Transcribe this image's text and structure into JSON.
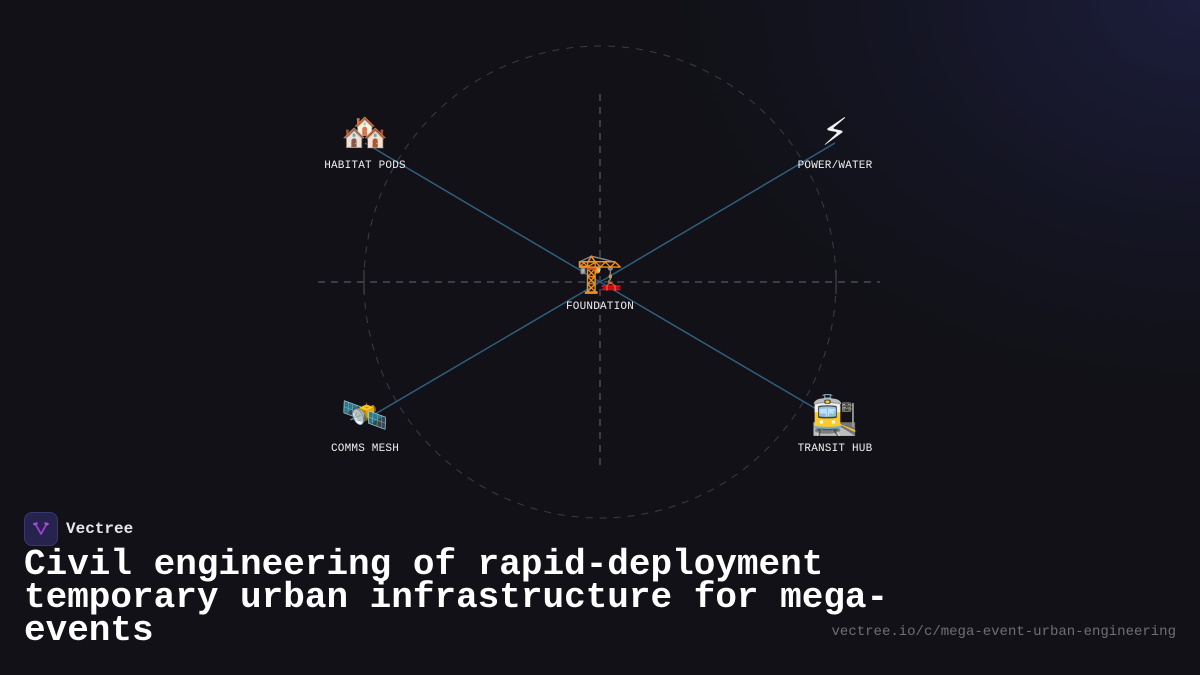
{
  "diagram": {
    "center": {
      "label": "FOUNDATION",
      "icon": "construction-crane-icon",
      "emoji": "🏗️"
    },
    "nodes": [
      {
        "label": "HABITAT PODS",
        "icon": "houses-icon",
        "emoji": "🏘️",
        "position": "top-left"
      },
      {
        "label": "POWER/WATER",
        "icon": "lightning-icon",
        "emoji": "⚡",
        "position": "top-right"
      },
      {
        "label": "COMMS MESH",
        "icon": "satellite-icon",
        "emoji": "🛰️",
        "position": "bottom-left"
      },
      {
        "label": "TRANSIT HUB",
        "icon": "tram-station-icon",
        "emoji": "🚉",
        "position": "bottom-right"
      }
    ],
    "colors": {
      "connector": "#2f5f7f",
      "guide": "#3a3a42",
      "circle": "#3a3a42"
    }
  },
  "brand": {
    "name": "Vectree",
    "logo_color": "#a040d0"
  },
  "title": "Civil engineering of rapid-deployment temporary urban infrastructure for mega-events",
  "url": "vectree.io/c/mega-event-urban-engineering"
}
